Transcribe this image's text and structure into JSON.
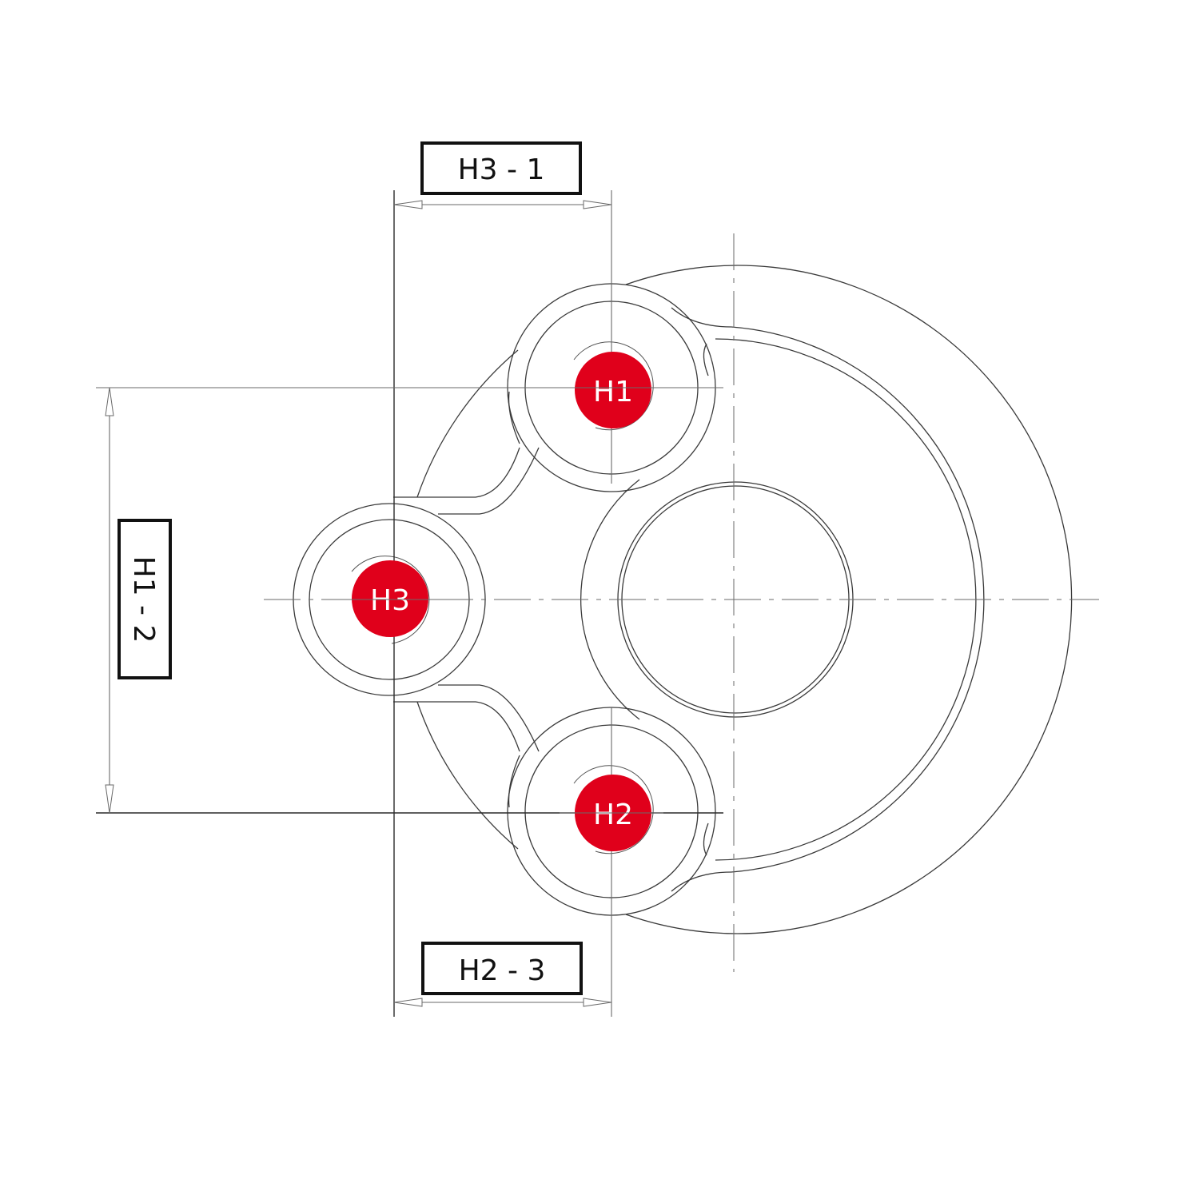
{
  "holes": [
    {
      "id": "H1",
      "label": "H1"
    },
    {
      "id": "H2",
      "label": "H2"
    },
    {
      "id": "H3",
      "label": "H3"
    }
  ],
  "dimensions": {
    "top": "H3 - 1",
    "bottom": "H2 - 3",
    "left": "H1 - 2"
  },
  "colors": {
    "hole_marker": "#e0001b",
    "line": "#3a3a3a",
    "label_border": "#111111"
  }
}
